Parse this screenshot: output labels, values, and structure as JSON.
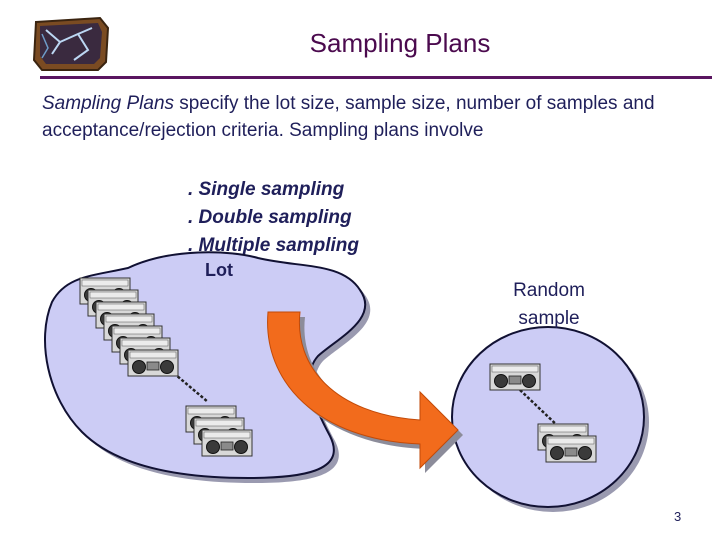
{
  "slide": {
    "title": "Sampling Plans",
    "intro": {
      "emphasis": "Sampling Plans",
      "text": " specify the lot size, sample size, number of samples and acceptance/rejection criteria.  Sampling plans involve"
    },
    "bullets": [
      ". Single sampling",
      ". Double sampling",
      ". Multiple sampling"
    ],
    "page_number": "3"
  },
  "diagram": {
    "lot_label": "Lot",
    "random_sample_label": [
      "Random",
      "sample"
    ],
    "colors": {
      "blob_fill": "#ccccf5",
      "blob_stroke": "#111133",
      "arrow_fill": "#f26b1c",
      "radio_body": "#8a8a8a"
    },
    "icons": {
      "radio": "boombox-icon",
      "logo": "corner-logo-icon"
    }
  }
}
